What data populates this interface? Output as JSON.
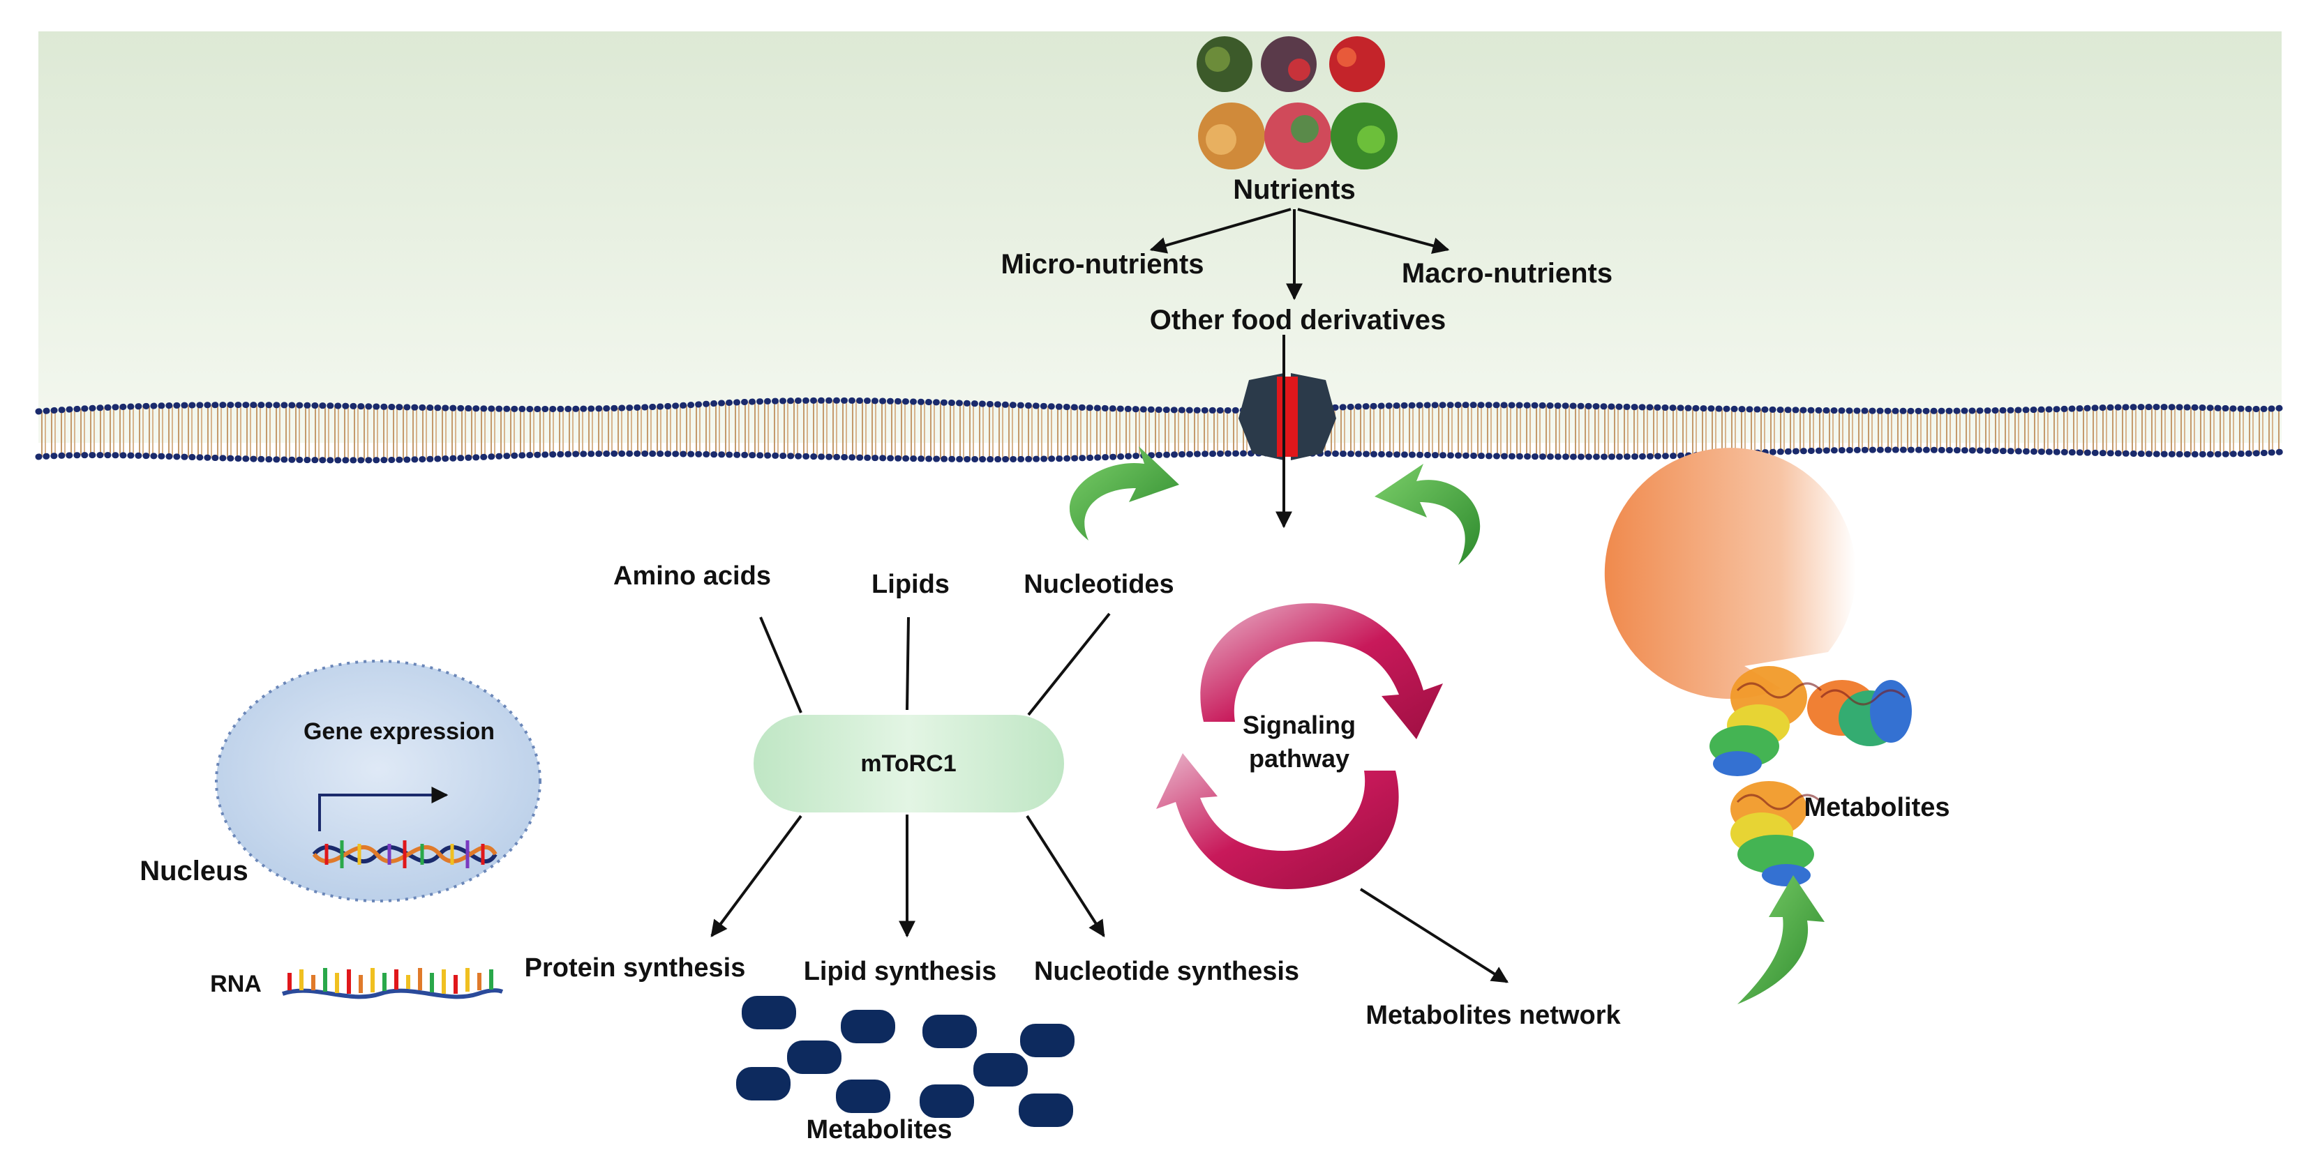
{
  "nutrients": {
    "label": "Nutrients",
    "micro": "Micro-nutrients",
    "macro": "Macro-nutrients",
    "other": "Other food derivatives"
  },
  "mtor": {
    "label": "mToRC1",
    "inputs": [
      "Amino acids",
      "Lipids",
      "Nucleotides"
    ],
    "outputs": [
      "Protein synthesis",
      "Lipid synthesis",
      "Nucleotide synthesis"
    ]
  },
  "nucleus": {
    "label": "Nucleus",
    "gene_expression": "Gene expression",
    "rna": "RNA"
  },
  "signaling": {
    "line1": "Signaling",
    "line2": "pathway",
    "network": "Metabolites network"
  },
  "metabolites": {
    "left_label": "Metabolites",
    "right_label": "Metabolites"
  },
  "colors": {
    "background_top": "#e2ecdb",
    "background_bottom": "#f8fbf5",
    "membrane_head": "#1a2a6c",
    "membrane_tail": "#c8a27a",
    "channel": "#2b3a4a",
    "channel_core": "#e0171b",
    "mtor_fill": "#cdebcf",
    "nucleus_fill": "#c8d9ef",
    "signal_arrow": "#c8195a",
    "green_arrow": "#3ea33a",
    "metabolite_blob": "#0d2a5e",
    "pacman": "#f29a63"
  }
}
